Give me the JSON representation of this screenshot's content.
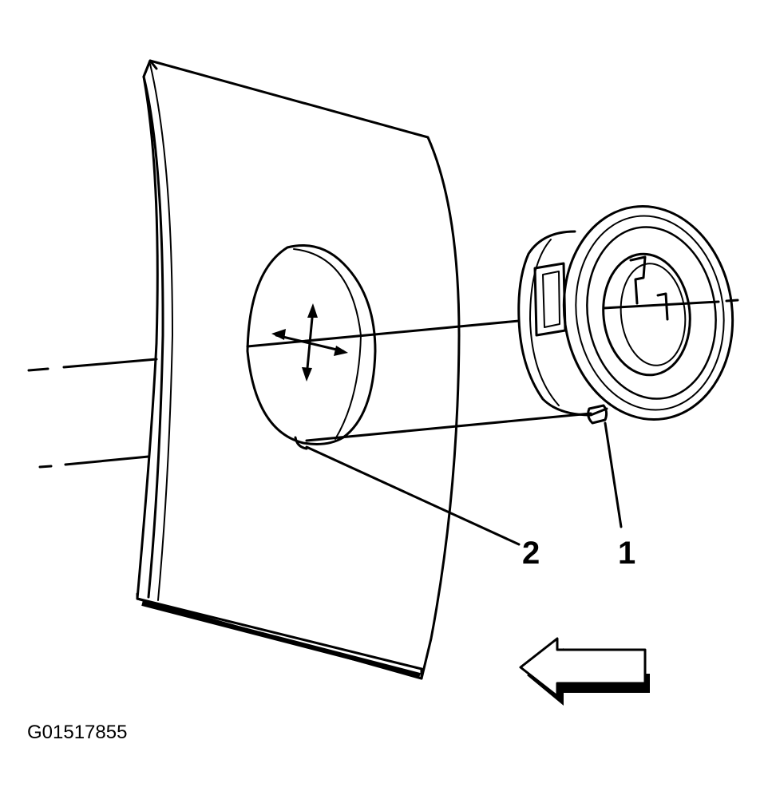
{
  "callouts": {
    "one": "1",
    "two": "2"
  },
  "figure_id": "G01517855",
  "colors": {
    "ink": "#000000",
    "paper": "#ffffff"
  }
}
